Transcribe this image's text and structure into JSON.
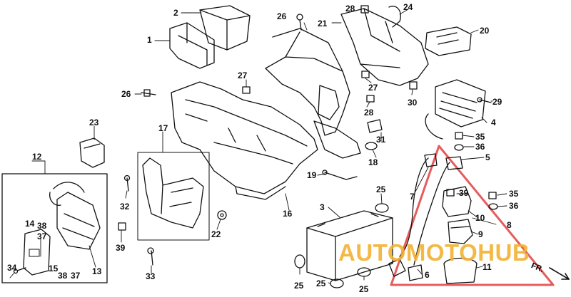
{
  "callouts": [
    {
      "id": "c1",
      "text": "1"
    },
    {
      "id": "c2",
      "text": "2"
    },
    {
      "id": "c3",
      "text": "3"
    },
    {
      "id": "c4",
      "text": "4"
    },
    {
      "id": "c5",
      "text": "5"
    },
    {
      "id": "c6",
      "text": "6"
    },
    {
      "id": "c7",
      "text": "7"
    },
    {
      "id": "c8",
      "text": "8"
    },
    {
      "id": "c9",
      "text": "9"
    },
    {
      "id": "c10",
      "text": "10"
    },
    {
      "id": "c11",
      "text": "11"
    },
    {
      "id": "c12",
      "text": "12"
    },
    {
      "id": "c13",
      "text": "13"
    },
    {
      "id": "c14",
      "text": "14"
    },
    {
      "id": "c15",
      "text": "15"
    },
    {
      "id": "c16",
      "text": "16"
    },
    {
      "id": "c17",
      "text": "17"
    },
    {
      "id": "c18",
      "text": "18"
    },
    {
      "id": "c19",
      "text": "19"
    },
    {
      "id": "c20",
      "text": "20"
    },
    {
      "id": "c21",
      "text": "21"
    },
    {
      "id": "c23",
      "text": "23"
    },
    {
      "id": "c24",
      "text": "24"
    },
    {
      "id": "c25a",
      "text": "25"
    },
    {
      "id": "c25b",
      "text": "25"
    },
    {
      "id": "c25c",
      "text": "25"
    },
    {
      "id": "c25d",
      "text": "25"
    },
    {
      "id": "c26a",
      "text": "26"
    },
    {
      "id": "c26b",
      "text": "26"
    },
    {
      "id": "c27a",
      "text": "27"
    },
    {
      "id": "c27b",
      "text": "27"
    },
    {
      "id": "c28a",
      "text": "28"
    },
    {
      "id": "c28b",
      "text": "28"
    },
    {
      "id": "c29",
      "text": "29"
    },
    {
      "id": "c30",
      "text": "30"
    },
    {
      "id": "c31",
      "text": "31"
    },
    {
      "id": "c22",
      "text": "22"
    },
    {
      "id": "c32",
      "text": "32"
    },
    {
      "id": "c33",
      "text": "33"
    },
    {
      "id": "c34",
      "text": "34"
    },
    {
      "id": "c35a",
      "text": "35"
    },
    {
      "id": "c35b",
      "text": "35"
    },
    {
      "id": "c36a",
      "text": "36"
    },
    {
      "id": "c36b",
      "text": "36"
    },
    {
      "id": "c37a",
      "text": "37"
    },
    {
      "id": "c37b",
      "text": "37"
    },
    {
      "id": "c38a",
      "text": "38"
    },
    {
      "id": "c38b",
      "text": "38"
    },
    {
      "id": "c39a",
      "text": "39"
    },
    {
      "id": "c39b",
      "text": "39"
    }
  ],
  "watermark": {
    "text": "AUTOMOTOHUB",
    "color": "#f2b234",
    "triangle_color": "#e04040"
  },
  "direction_marker": {
    "text": "FR."
  }
}
